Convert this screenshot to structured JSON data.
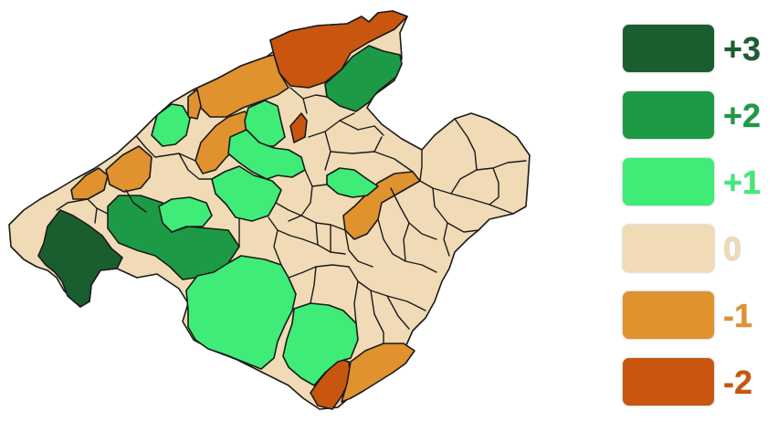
{
  "colors": {
    "plus3": "#1a5e30",
    "plus2": "#1d9a45",
    "plus1": "#3fec78",
    "zero": "#f0dbb6",
    "minus1": "#df922e",
    "minus2": "#c9560f",
    "border": "#1a1a1a"
  },
  "legend": [
    {
      "label": "+3",
      "value": 3,
      "color": "#1a5e30",
      "label_color": "#1a5e30"
    },
    {
      "label": "+2",
      "value": 2,
      "color": "#1d9a45",
      "label_color": "#1d9a45"
    },
    {
      "label": "+1",
      "value": 1,
      "color": "#3fec78",
      "label_color": "#3fec78"
    },
    {
      "label": "0",
      "value": 0,
      "color": "#f0dbb6",
      "label_color": "#f0dbb6"
    },
    {
      "label": "-1",
      "value": -1,
      "color": "#df922e",
      "label_color": "#df922e"
    },
    {
      "label": "-2",
      "value": -2,
      "color": "#c9560f",
      "label_color": "#c9560f"
    }
  ]
}
